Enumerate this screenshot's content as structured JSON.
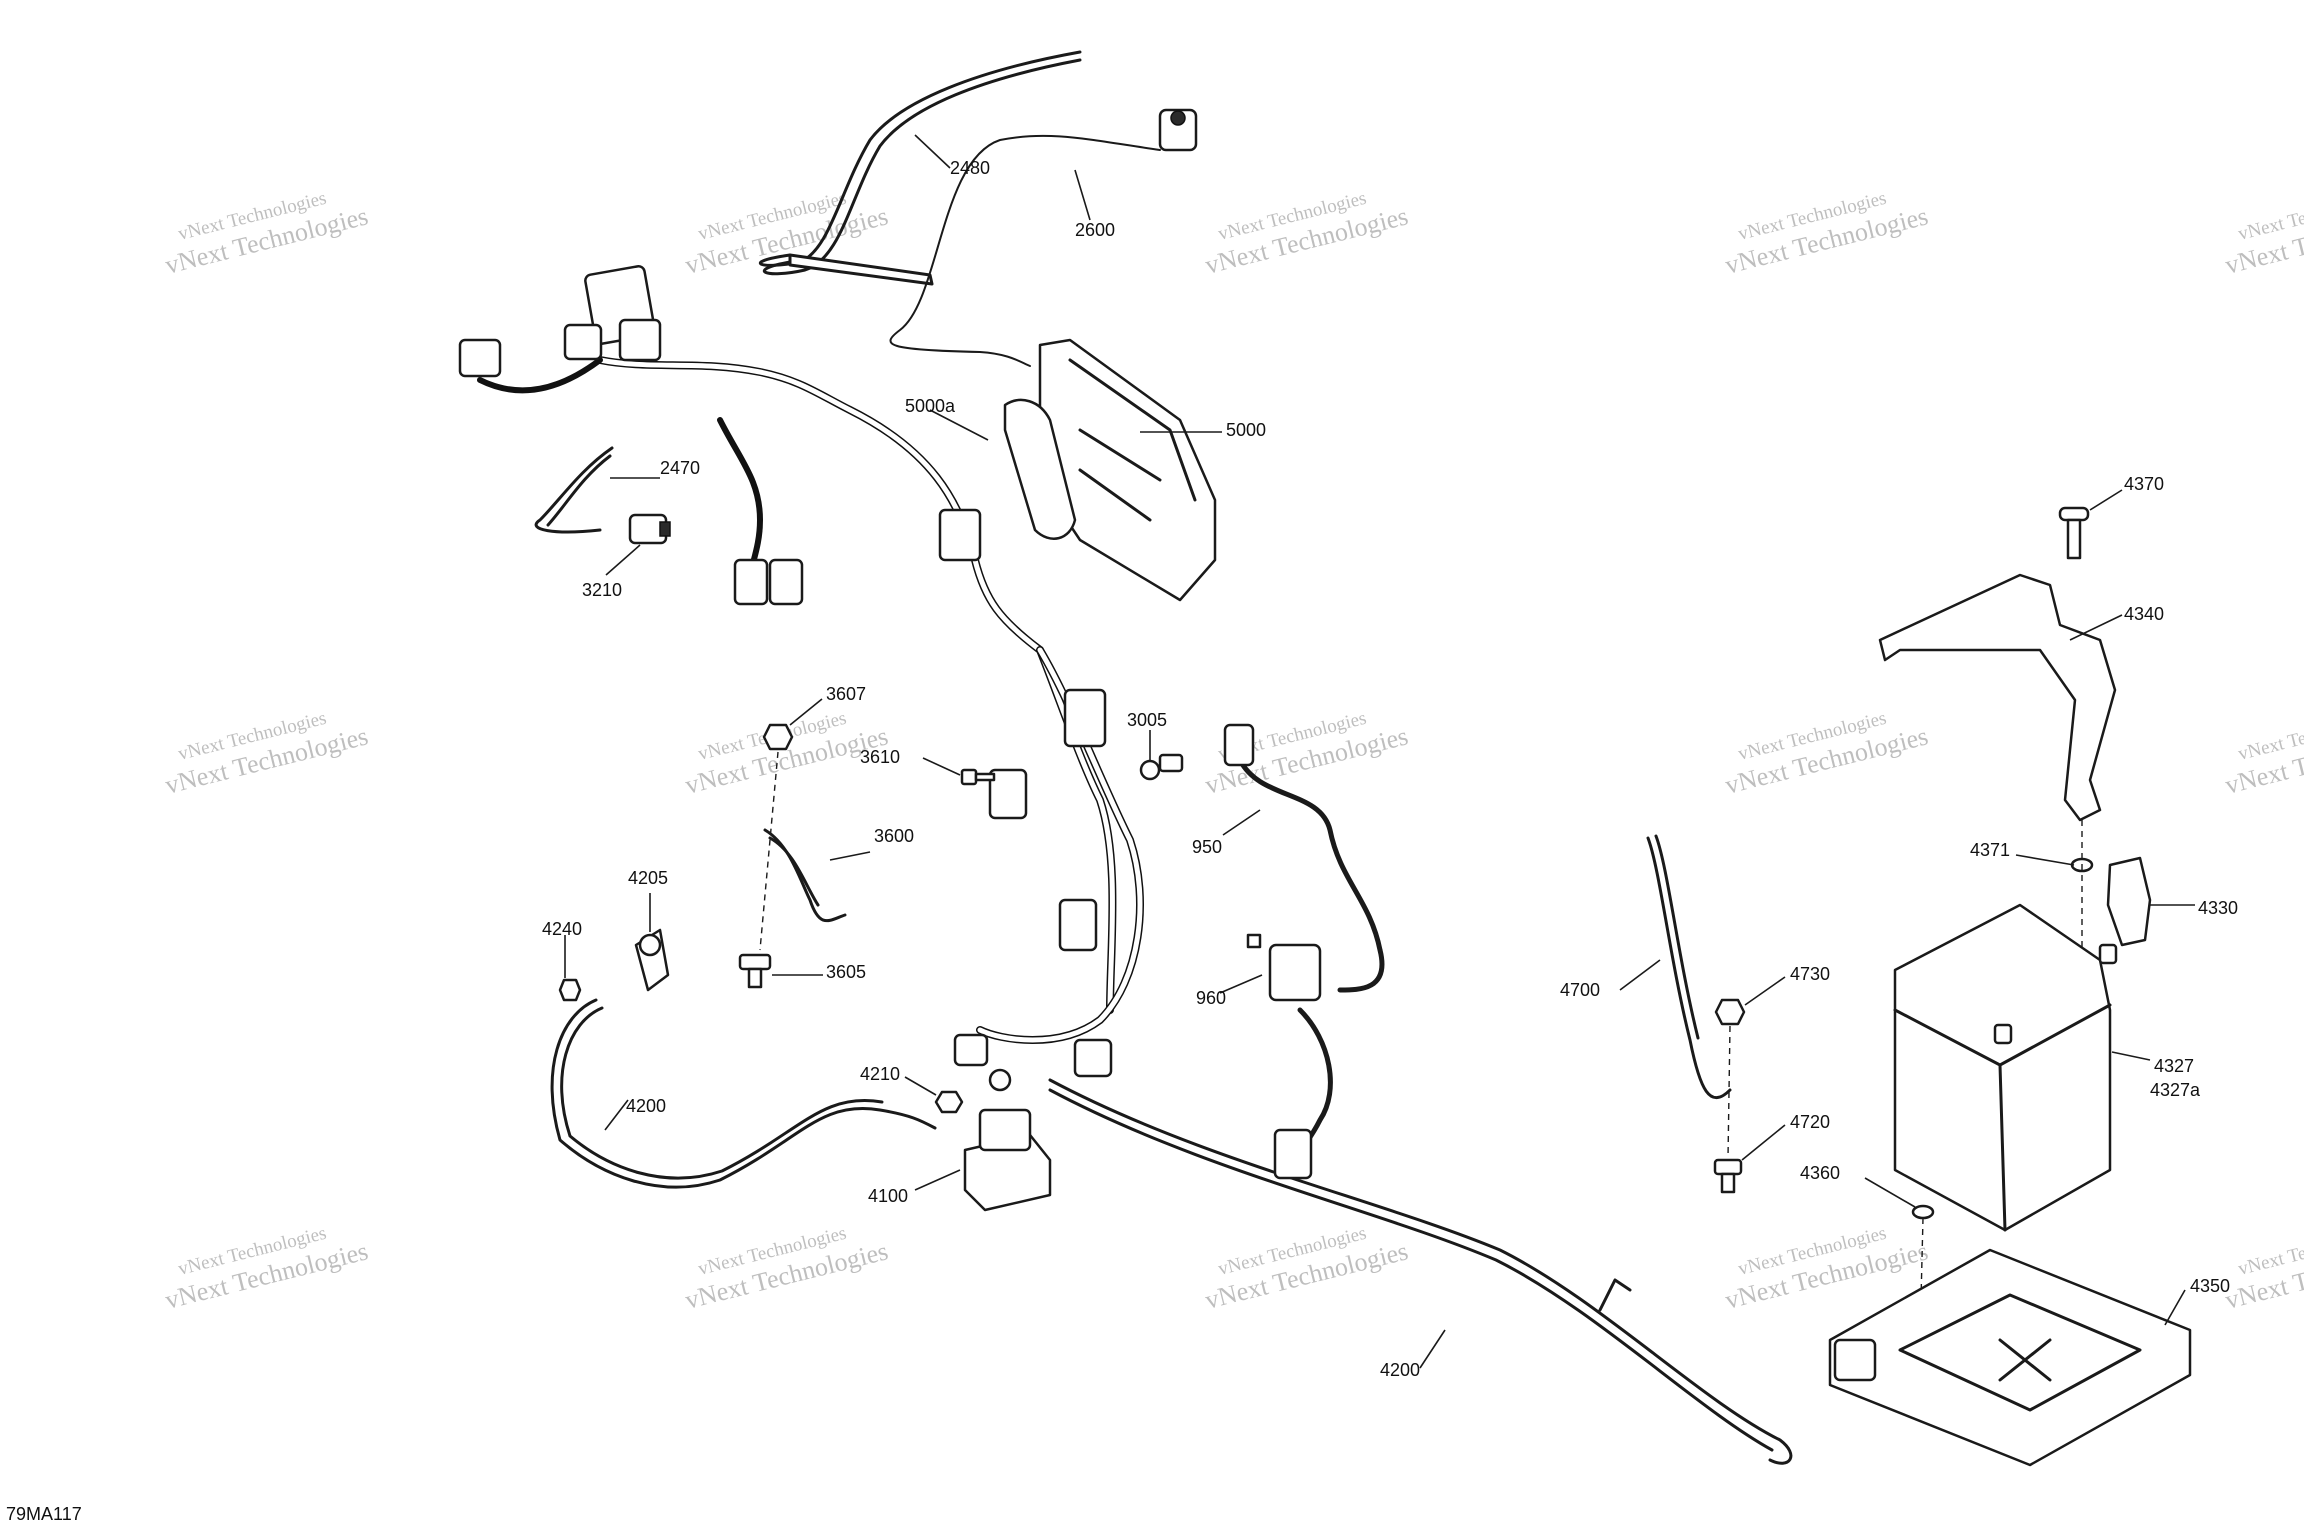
{
  "figure_ref": "79MA117",
  "watermark": {
    "line1": "vNext Technologies",
    "line2": "vNext Technologies"
  },
  "callouts": [
    {
      "id": "2480",
      "label": "2480"
    },
    {
      "id": "2600",
      "label": "2600"
    },
    {
      "id": "5000a",
      "label": "5000a"
    },
    {
      "id": "5000",
      "label": "5000"
    },
    {
      "id": "2470",
      "label": "2470"
    },
    {
      "id": "3210",
      "label": "3210"
    },
    {
      "id": "3607",
      "label": "3607"
    },
    {
      "id": "3610",
      "label": "3610"
    },
    {
      "id": "3005",
      "label": "3005"
    },
    {
      "id": "3600",
      "label": "3600"
    },
    {
      "id": "4205",
      "label": "4205"
    },
    {
      "id": "4240",
      "label": "4240"
    },
    {
      "id": "3605",
      "label": "3605"
    },
    {
      "id": "950",
      "label": "950"
    },
    {
      "id": "960",
      "label": "960"
    },
    {
      "id": "4210",
      "label": "4210"
    },
    {
      "id": "4200a",
      "label": "4200"
    },
    {
      "id": "4100",
      "label": "4100"
    },
    {
      "id": "4200b",
      "label": "4200"
    },
    {
      "id": "4370",
      "label": "4370"
    },
    {
      "id": "4340",
      "label": "4340"
    },
    {
      "id": "4371",
      "label": "4371"
    },
    {
      "id": "4330",
      "label": "4330"
    },
    {
      "id": "4700",
      "label": "4700"
    },
    {
      "id": "4730",
      "label": "4730"
    },
    {
      "id": "4327",
      "label": "4327"
    },
    {
      "id": "4327a",
      "label": "4327a"
    },
    {
      "id": "4720",
      "label": "4720"
    },
    {
      "id": "4360",
      "label": "4360"
    },
    {
      "id": "4350",
      "label": "4350"
    }
  ]
}
